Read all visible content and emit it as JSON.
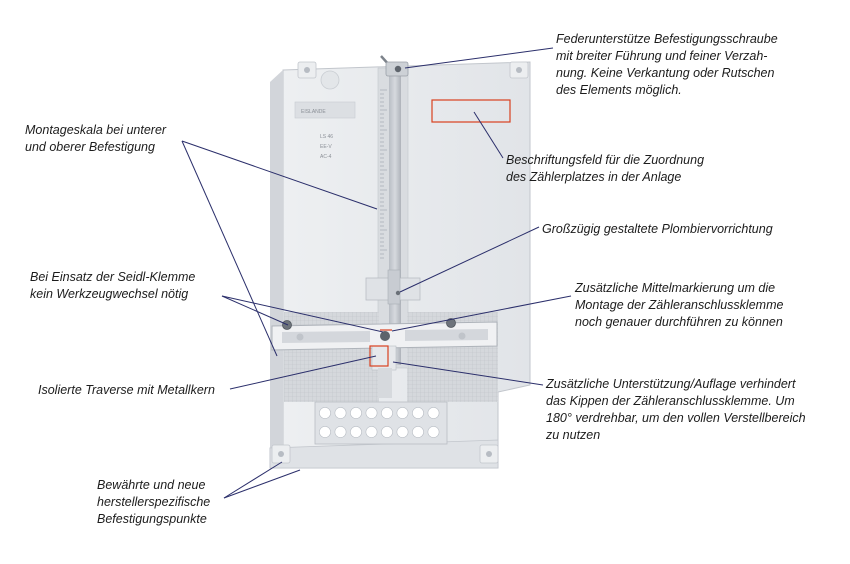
{
  "figure": {
    "brand_mark": "EISLANDE",
    "panel_marks": [
      "LS 46",
      "EE-V",
      "AC-4"
    ]
  },
  "annotations": [
    {
      "id": "feder",
      "lines": [
        "Federunterstütze Befestigungsschraube",
        "mit breiter Führung und feiner Verzah-",
        "nung. Keine Verkantung oder Rutschen",
        "des Elements möglich."
      ]
    },
    {
      "id": "montageskala",
      "lines": [
        "Montageskala bei unterer",
        "und oberer Befestigung"
      ]
    },
    {
      "id": "beschriftung",
      "lines": [
        "Beschriftungsfeld für die Zuordnung",
        "des Zählerplatzes in der Anlage"
      ]
    },
    {
      "id": "plombier",
      "lines": [
        "Großzügig gestaltete Plombiervorrichtung"
      ]
    },
    {
      "id": "seidl",
      "lines": [
        "Bei Einsatz der Seidl-Klemme",
        "kein Werkzeugwechsel nötig"
      ]
    },
    {
      "id": "mittelmarkierung",
      "lines": [
        "Zusätzliche Mittelmarkierung um die",
        "Montage der Zähleranschlussklemme",
        "noch genauer durchführen zu können"
      ]
    },
    {
      "id": "traverse",
      "lines": [
        "Isolierte Traverse mit Metallkern"
      ]
    },
    {
      "id": "unterstuetzung",
      "lines": [
        "Zusätzliche Unterstützung/Auflage verhindert",
        "das Kippen der Zähleranschlussklemme. Um",
        "180° verdrehbar, um den vollen Verstellbereich",
        "zu nutzen"
      ]
    },
    {
      "id": "befestigungspunkte",
      "lines": [
        "Bewährte und neue",
        "herstellerspezifische",
        "Befestigungspunkte"
      ]
    }
  ],
  "colors": {
    "leader": "#2b2f6b",
    "highlight": "#d9401f",
    "panel": "#e8eaed",
    "panel_shadow": "#c7cbd1",
    "text": "#1c1c1c"
  }
}
